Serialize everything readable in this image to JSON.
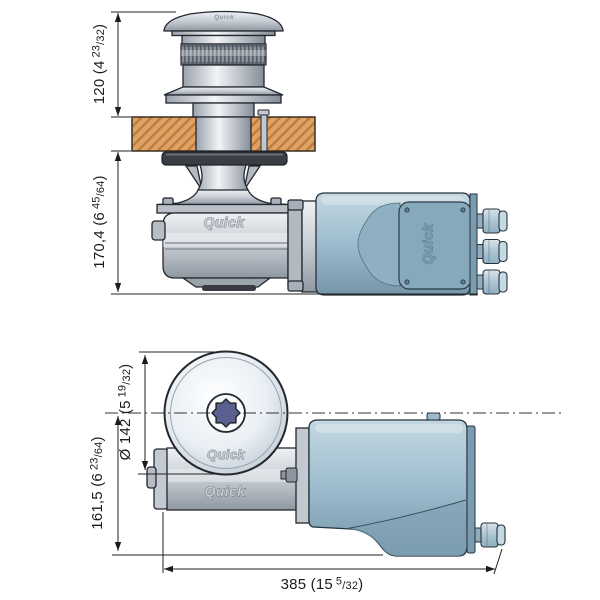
{
  "branding": {
    "logo": "Quick"
  },
  "dimensions": {
    "capstan_height_above_deck": {
      "value": "120 (4",
      "frac_num": "23",
      "frac_den": "/32",
      "suffix": ")"
    },
    "height_below_deck": {
      "value": "170,4 (6",
      "frac_num": "45",
      "frac_den": "/64",
      "suffix": ")"
    },
    "drum_diameter": {
      "value": "Ø 142 (5",
      "frac_num": "19",
      "frac_den": "/32",
      "suffix": ")"
    },
    "axis_to_motor_bottom": {
      "value": "161,5 (6",
      "frac_num": "23",
      "frac_den": "/64",
      "suffix": ")"
    },
    "overall_length": {
      "value": "385 (15",
      "frac_num": "5",
      "frac_den": "/32",
      "suffix": ")"
    }
  },
  "colors": {
    "deck_wood": "#e0a263",
    "motor_blue": "#9cbccd",
    "metal_gray": "#c9cfd6",
    "star_cap": "#5a6090",
    "gasket_black": "#3a3e44",
    "dimension_line": "#1c1c1c"
  }
}
